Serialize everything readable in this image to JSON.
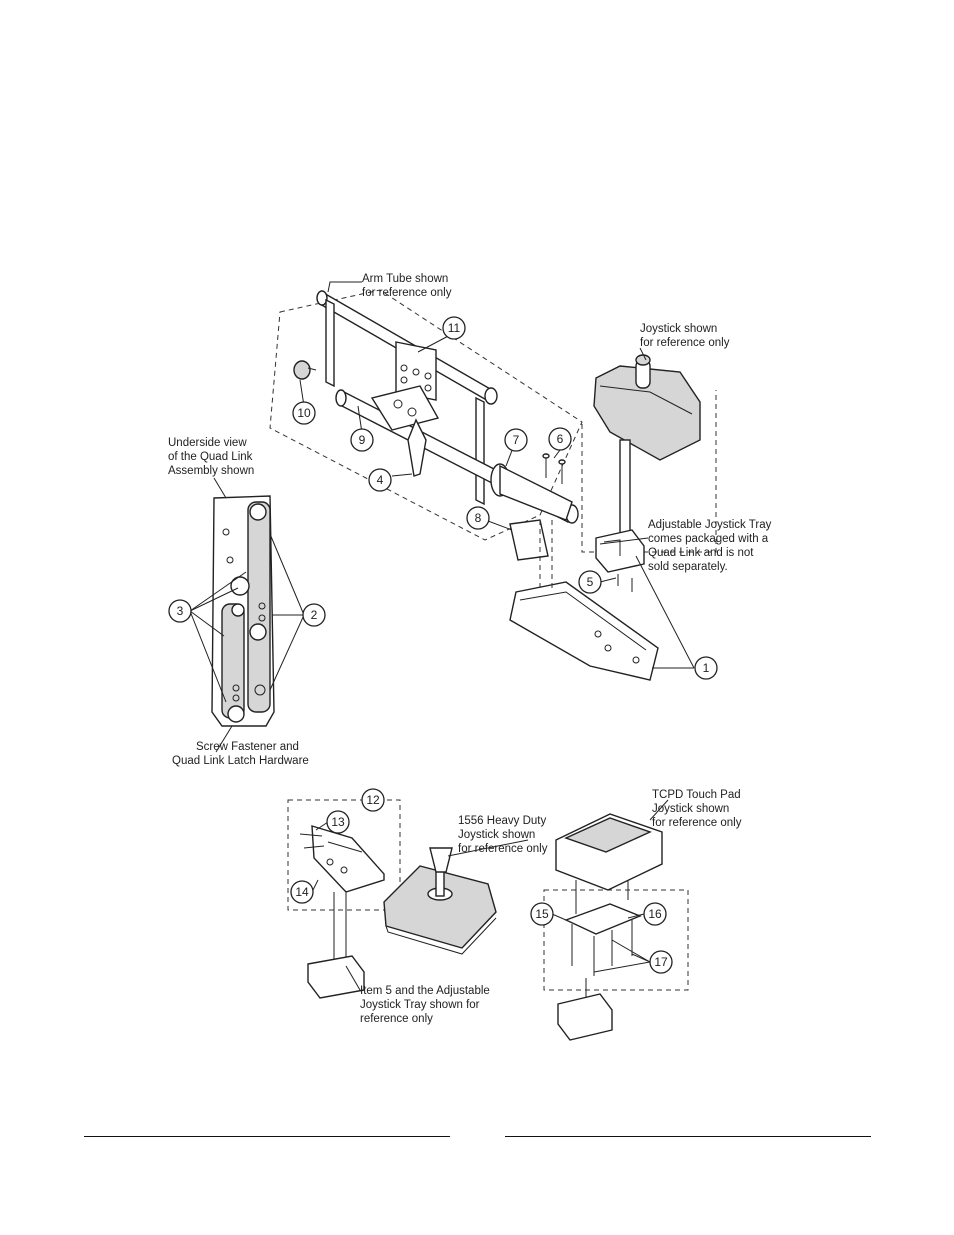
{
  "labels": {
    "arm_tube": [
      "Arm Tube shown",
      "for reference only"
    ],
    "joystick": [
      "Joystick shown",
      "for reference only"
    ],
    "underside": [
      "Underside view",
      "of the Quad Link",
      "Assembly shown"
    ],
    "tray": [
      "Adjustable Joystick Tray",
      "comes packaged with a",
      "Quad Link and is not",
      "sold separately."
    ],
    "screw": [
      "Screw Fastener and",
      "Quad Link Latch Hardware"
    ],
    "heavy_duty": [
      "1556 Heavy Duty",
      "Joystick shown",
      "for reference only"
    ],
    "tcpd": [
      "TCPD Touch Pad",
      "Joystick shown",
      "for reference only"
    ],
    "item5": [
      "Item 5 and the Adjustable",
      "Joystick Tray shown for",
      "reference only"
    ]
  },
  "callouts": {
    "c1": "1",
    "c2": "2",
    "c3": "3",
    "c4": "4",
    "c5": "5",
    "c6": "6",
    "c7": "7",
    "c8": "8",
    "c9": "9",
    "c10": "10",
    "c11": "11",
    "c12": "12",
    "c13": "13",
    "c14": "14",
    "c15": "15",
    "c16": "16",
    "c17": "17"
  }
}
